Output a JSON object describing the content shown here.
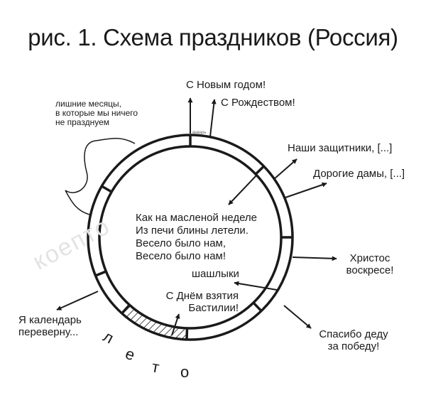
{
  "title": "рис. 1. Схема праздников (Россия)",
  "labels": {
    "new_year": "С Новым годом!",
    "christmas": "С Рождеством!",
    "defenders": "Наши защитники, [...]",
    "women": "Дорогие дамы, [...]",
    "easter": [
      "Христос",
      "воскресе!"
    ],
    "victory": [
      "Спасибо деду",
      "за победу!"
    ],
    "kebabs": "шашлыки",
    "bastille": [
      "С Днём взятия",
      "Бастилии!"
    ],
    "calendar": [
      "Я календарь",
      "переверну..."
    ],
    "extra_months": [
      "лишние месяцы,",
      "в которые мы ничего",
      "не празднуем"
    ],
    "january_tick": "январь"
  },
  "center_lines": [
    "Как на масленой неделе",
    "Из печи блины летели.",
    "Весело было нам,",
    "Весело было нам!"
  ],
  "summer_letters": [
    "л",
    "е",
    "т",
    "о"
  ],
  "watermark": "коепто",
  "colors": {
    "ink": "#1a1a1a",
    "paper": "#ffffff",
    "watermark": "#e3e3e3"
  }
}
